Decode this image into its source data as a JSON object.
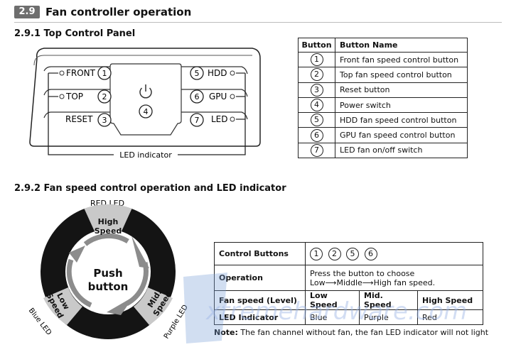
{
  "section": {
    "badge": "2.9",
    "title": "Fan controller operation"
  },
  "top_panel": {
    "heading": "2.9.1 Top Control Panel",
    "labels": {
      "front": "FRONT",
      "top": "TOP",
      "reset": "RESET",
      "hdd": "HDD",
      "gpu": "GPU",
      "led": "LED"
    },
    "numbers": [
      "1",
      "2",
      "3",
      "4",
      "5",
      "6",
      "7"
    ],
    "led_indicator": "LED indicator"
  },
  "button_table": {
    "headers": [
      "Button",
      "Button Name"
    ],
    "rows": [
      {
        "num": "1",
        "name": "Front fan speed control button"
      },
      {
        "num": "2",
        "name": "Top fan speed control button"
      },
      {
        "num": "3",
        "name": "Reset button"
      },
      {
        "num": "4",
        "name": "Power switch"
      },
      {
        "num": "5",
        "name": "HDD fan speed control button"
      },
      {
        "num": "6",
        "name": "GPU fan speed control button"
      },
      {
        "num": "7",
        "name": "LED fan on/off switch"
      }
    ]
  },
  "fan_speed": {
    "heading": "2.9.2 Fan speed control operation and LED indicator",
    "red_led": "RED LED",
    "blue_led": "Blue LED",
    "purple_led": "Purple LED",
    "high_1": "High",
    "high_2": "Speed",
    "mid_1": "Mid.",
    "mid_2": "Speed",
    "low_1": "Low",
    "low_2": "Speed",
    "push_1": "Push",
    "push_2": "button"
  },
  "ops_table": {
    "control_buttons": "Control Buttons",
    "control_nums": [
      "1",
      "2",
      "5",
      "6"
    ],
    "operation": "Operation",
    "operation_line1": "Press the button to choose",
    "op_low": "Low",
    "op_middle": "Middle",
    "op_high": "High fan speed.",
    "fan_speed_level": "Fan speed (Level)",
    "low_speed": "Low Speed",
    "mid_speed": "Mid. Speed",
    "high_speed": "High Speed",
    "led_indicator": "LED Indicator",
    "blue": "Blue",
    "purple": "Purple",
    "red": "Red"
  },
  "note": {
    "label": "Note:",
    "text": " The fan channel without fan, the fan LED indicator will not light"
  },
  "watermark": {
    "text": "xtremehardware.com"
  },
  "colors": {
    "ring_black": "#141414",
    "ring_gray": "#c9c9c9",
    "arrow_gray": "#8c8c8c",
    "badge_gray": "#6e6e6e"
  }
}
